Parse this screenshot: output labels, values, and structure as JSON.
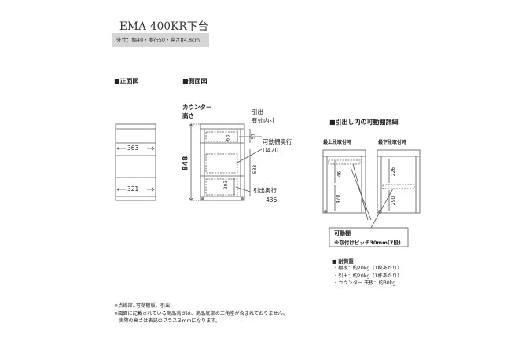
{
  "product": {
    "title": "EMA-400KR下台",
    "spec": "外寸：幅40・奥行50・高さ84.8cm"
  },
  "front_view": {
    "heading": "■正面図",
    "dim_upper": "363",
    "dim_lower": "321"
  },
  "side_view": {
    "heading": "■側面図",
    "counter_label_1": "カウンター",
    "counter_label_2": "高さ",
    "height": "848",
    "drawer_label_1": "引出",
    "drawer_label_2": "有効内寸",
    "dim_63": "63",
    "dim_97": "97",
    "shelf_depth_label": "可動棚奥行",
    "shelf_depth_value": "D420",
    "dim_533": "533",
    "dim_203": "203",
    "drawer_depth_label": "引出奥行",
    "drawer_depth_value": "436"
  },
  "shelf_detail": {
    "heading": "■引出し内の可動棚詳細",
    "top_label": "最上段取付時",
    "bottom_label": "最下段取付時",
    "top_dim_46": "46",
    "top_dim_470": "470",
    "bottom_dim_226": "226",
    "bottom_dim_290": "290",
    "box_line_1": "可動棚",
    "box_line_2": "※取付けピッチ30mm(7段)"
  },
  "load": {
    "heading": "■ 耐荷重",
    "items": [
      "・棚板：約20kg（1枚あたり）",
      "・引出：約20kg（1杯あたり）",
      "・カウンター 天板：約30kg"
    ]
  },
  "footnotes": [
    "※点線部‥可動棚板、引出",
    "※図面に記載されている商品高さは、商品底部の三角座が含まれておりません。",
    "　実際の高さは表記のプラス３mmになります。"
  ]
}
